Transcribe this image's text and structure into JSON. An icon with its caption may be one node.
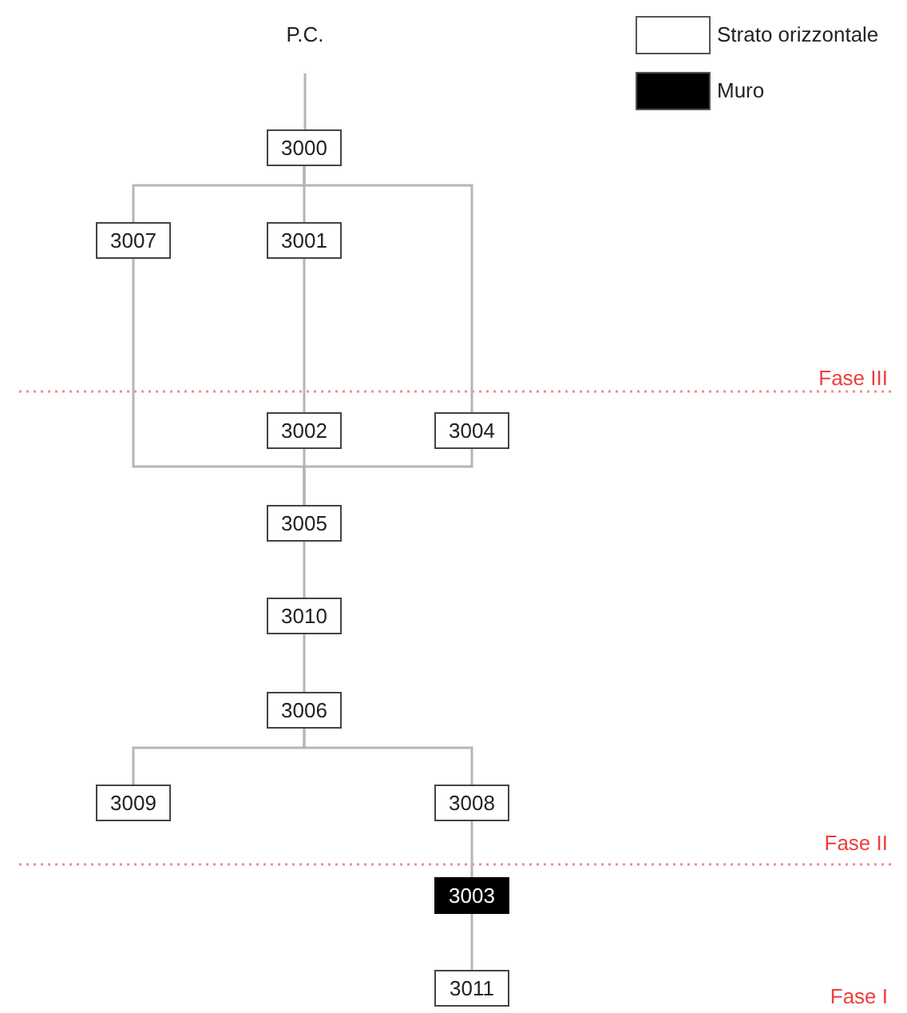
{
  "diagram": {
    "nodes": [
      {
        "text": [
          "P.C."
        ]
      },
      {
        "text": [
          "3000"
        ]
      },
      {
        "text": [
          "3007"
        ]
      },
      {
        "text": [
          "3001"
        ]
      },
      {
        "text": [
          "3002"
        ]
      },
      {
        "text": [
          "3004"
        ]
      },
      {
        "text": [
          "3005"
        ]
      },
      {
        "text": [
          "3010"
        ]
      },
      {
        "text": [
          "3006"
        ]
      },
      {
        "text": [
          "3009"
        ]
      },
      {
        "text": [
          "3008"
        ]
      },
      {
        "text": [
          "3003"
        ]
      },
      {
        "text": [
          "3011"
        ]
      }
    ],
    "edges": [
      {
        "from": 0,
        "to": 1,
        "arrow": "none"
      },
      {
        "from": 1,
        "to": 2,
        "arrow": "none"
      },
      {
        "from": 1,
        "to": 3,
        "arrow": "none"
      },
      {
        "from": 1,
        "to": 5,
        "arrow": "none"
      },
      {
        "from": 3,
        "to": 4,
        "arrow": "none"
      },
      {
        "from": 2,
        "to": 6,
        "arrow": "none"
      },
      {
        "from": 4,
        "to": 6,
        "arrow": "none"
      },
      {
        "from": 5,
        "to": 6,
        "arrow": "none"
      },
      {
        "from": 6,
        "to": 7,
        "arrow": "none"
      },
      {
        "from": 7,
        "to": 8,
        "arrow": "none"
      },
      {
        "from": 8,
        "to": 9,
        "arrow": "none"
      },
      {
        "from": 8,
        "to": 10,
        "arrow": "none"
      },
      {
        "from": 10,
        "to": 11,
        "arrow": "none"
      },
      {
        "from": 11,
        "to": 12,
        "arrow": "none"
      }
    ],
    "labels": [
      "Fase III",
      "Fase II",
      "Fase I"
    ],
    "legend": [
      {
        "text": "Strato orizzontale",
        "color": "#ffffff"
      },
      {
        "text": "Muro",
        "color": "#000000"
      }
    ]
  }
}
